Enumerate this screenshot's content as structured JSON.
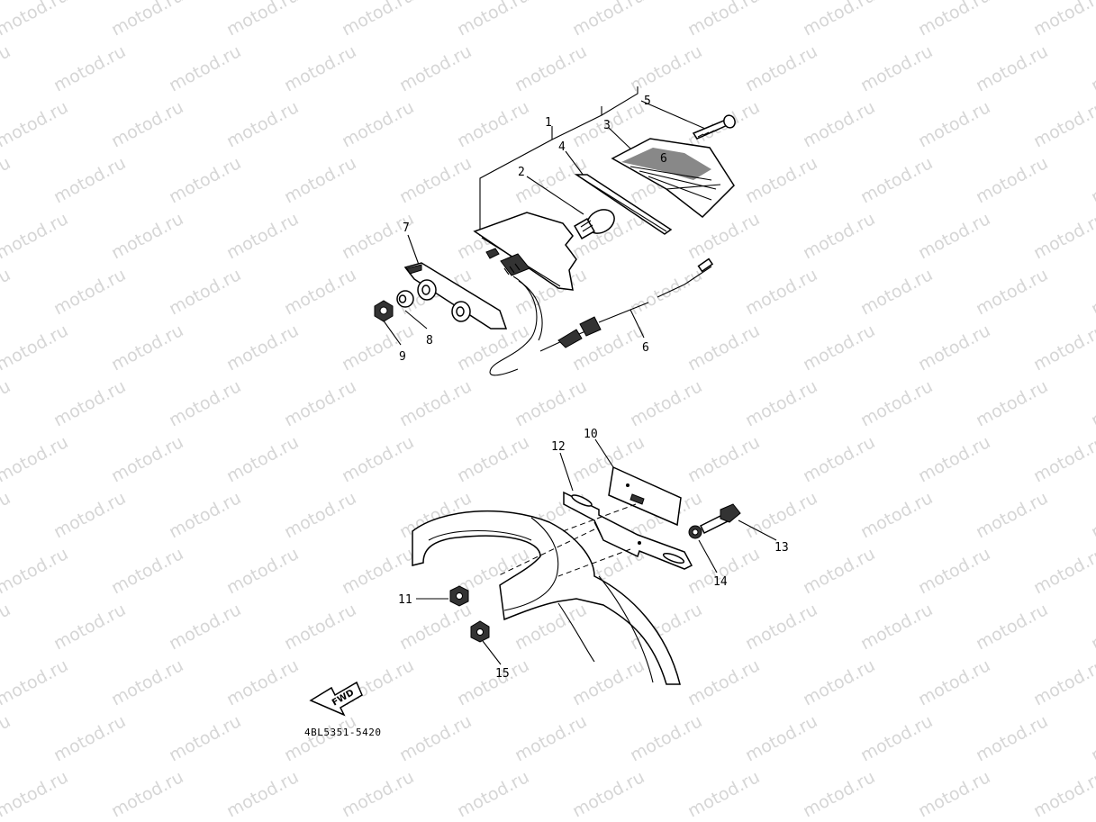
{
  "watermark": "motod.ru",
  "part_labels": {
    "p1": "1",
    "p2": "2",
    "p3": "3",
    "p4": "4",
    "p5": "5",
    "p6": "6",
    "p7": "7",
    "p8": "8",
    "p9": "9",
    "p10": "10",
    "p11": "11",
    "p12": "12",
    "p13": "13",
    "p14": "14",
    "p15": "15"
  },
  "direction_arrow": "FWD",
  "diagram_code": "4BL5351-5420"
}
